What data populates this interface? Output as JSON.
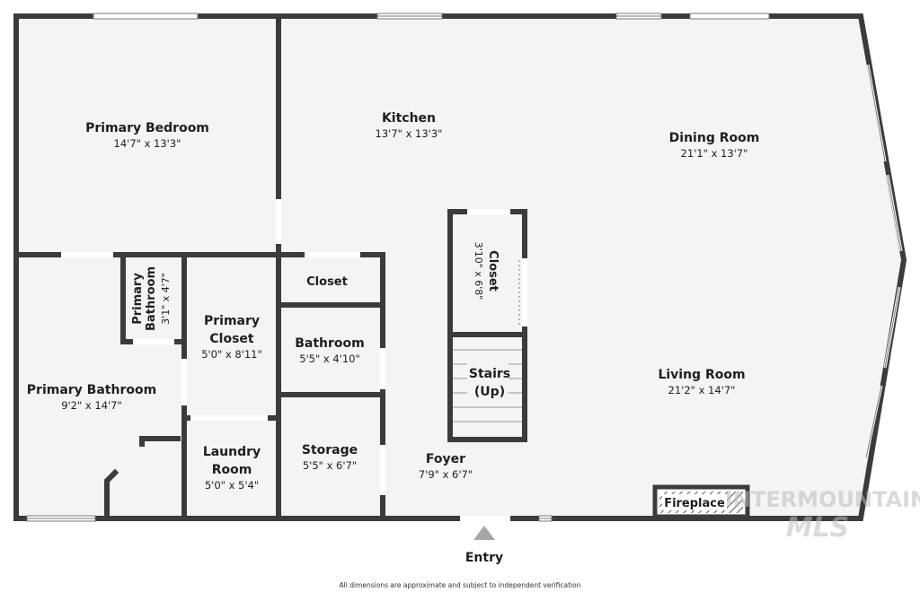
{
  "rooms": {
    "primary_bedroom": {
      "name": "Primary Bedroom",
      "dim": "14'7\" x 13'3\""
    },
    "kitchen": {
      "name": "Kitchen",
      "dim": "13'7\" x 13'3\""
    },
    "dining_room": {
      "name": "Dining Room",
      "dim": "21'1\" x 13'7\""
    },
    "primary_bathroom_small": {
      "name_line1": "Primary",
      "name_line2": "Bathroom",
      "dim": "3'1\" x 4'7\""
    },
    "closet_hall": {
      "name": "Closet"
    },
    "closet_stair": {
      "name": "Closet",
      "dim": "3'10\" x 6'8\""
    },
    "primary_closet": {
      "name_line1": "Primary",
      "name_line2": "Closet",
      "dim": "5'0\" x 8'11\""
    },
    "bathroom": {
      "name": "Bathroom",
      "dim": "5'5\" x 4'10\""
    },
    "stairs": {
      "name_line1": "Stairs",
      "name_line2": "(Up)"
    },
    "living_room": {
      "name": "Living Room",
      "dim": "21'2\" x 14'7\""
    },
    "primary_bathroom": {
      "name": "Primary Bathroom",
      "dim": "9'2\" x 14'7\""
    },
    "laundry_room": {
      "name_line1": "Laundry",
      "name_line2": "Room",
      "dim": "5'0\" x 5'4\""
    },
    "storage": {
      "name": "Storage",
      "dim": "5'5\" x 6'7\""
    },
    "foyer": {
      "name": "Foyer",
      "dim": "7'9\" x 6'7\""
    }
  },
  "fireplace": "Fireplace",
  "entry": "Entry",
  "watermark_line1": "INTERMOUNTAIN",
  "watermark_line2": "MLS",
  "footnote": "All dimensions are approximate and subject to independent verification",
  "colors": {
    "floor": "#f4f4f4",
    "wall": "#3b3b3b",
    "entry_arrow": "#a6a6a6"
  }
}
